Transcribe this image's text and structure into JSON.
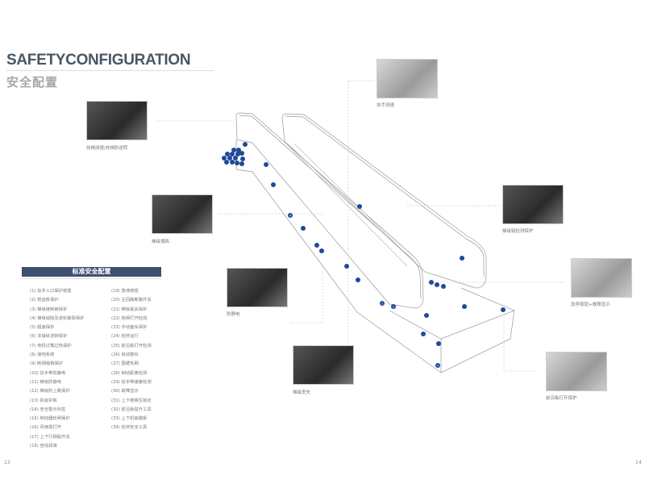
{
  "title": "SAFETYCONFIGURATION",
  "subtitle": "安全配置",
  "standard": {
    "header": "标准安全配置",
    "left": [
      "(1) 扶手入口保护装置",
      "(2) 梳齿板保护",
      "(3) 梯级链断链保护",
      "(4) 梯级塌陷及滚轮破裂保护",
      "(5) 超速保护",
      "(6) 非操纵逆转保护",
      "(7) 电机过载过热保护",
      "(8) 接地系统",
      "(9) 断相错相保护",
      "(10) 扶手带防静电",
      "(11) 梯级防静电",
      "(12) 梯级防上跳保护",
      "(13) 机房护板",
      "(14) 安全警示标签",
      "(15) 制动器松闸保护",
      "(16) 风扇罩打开",
      "(17) 上下行钥匙开关",
      "(18) 自动润滑"
    ],
    "right": [
      "(19) 急停按钮",
      "(20) 主回路断路开关",
      "(21) 梯级丢失保护",
      "(22) 抱闸打开检测",
      "(23) 手动盘车保护",
      "(24) 检修运行",
      "(25) 前沿板打开检测",
      "(26) 启动警铃",
      "(27) 围裙毛刷",
      "(28) 制动距离检测",
      "(29) 扶手带速度检测",
      "(30) 故障显示",
      "(31) 上下楼梯互锁定",
      "(32) 前沿板提升工具",
      "(33) 上下机房踏板",
      "(34) 检修安全工具"
    ]
  },
  "photos": {
    "speed": "扶梯测速/扶梯防逆转",
    "collapse": "梯级塌陷",
    "static": "防静电",
    "missing": "梯级丢失",
    "handrail": "扶手测速",
    "chain": "梯级链检测保护",
    "estop": "急停按钮+故障显示",
    "plate": "前沿板打开保护"
  },
  "markers": [
    "",
    "",
    "",
    "",
    "",
    "",
    "",
    "",
    "",
    "",
    "",
    "",
    "",
    "",
    "",
    "4",
    "",
    "",
    "",
    "",
    "",
    "",
    "",
    "",
    "",
    "2",
    "1",
    "",
    "",
    "",
    "3",
    "",
    "",
    ""
  ],
  "pages": {
    "left": "13",
    "right": "14"
  },
  "colors": {
    "accent": "#3f4f72",
    "marker": "#1f4a9a"
  }
}
